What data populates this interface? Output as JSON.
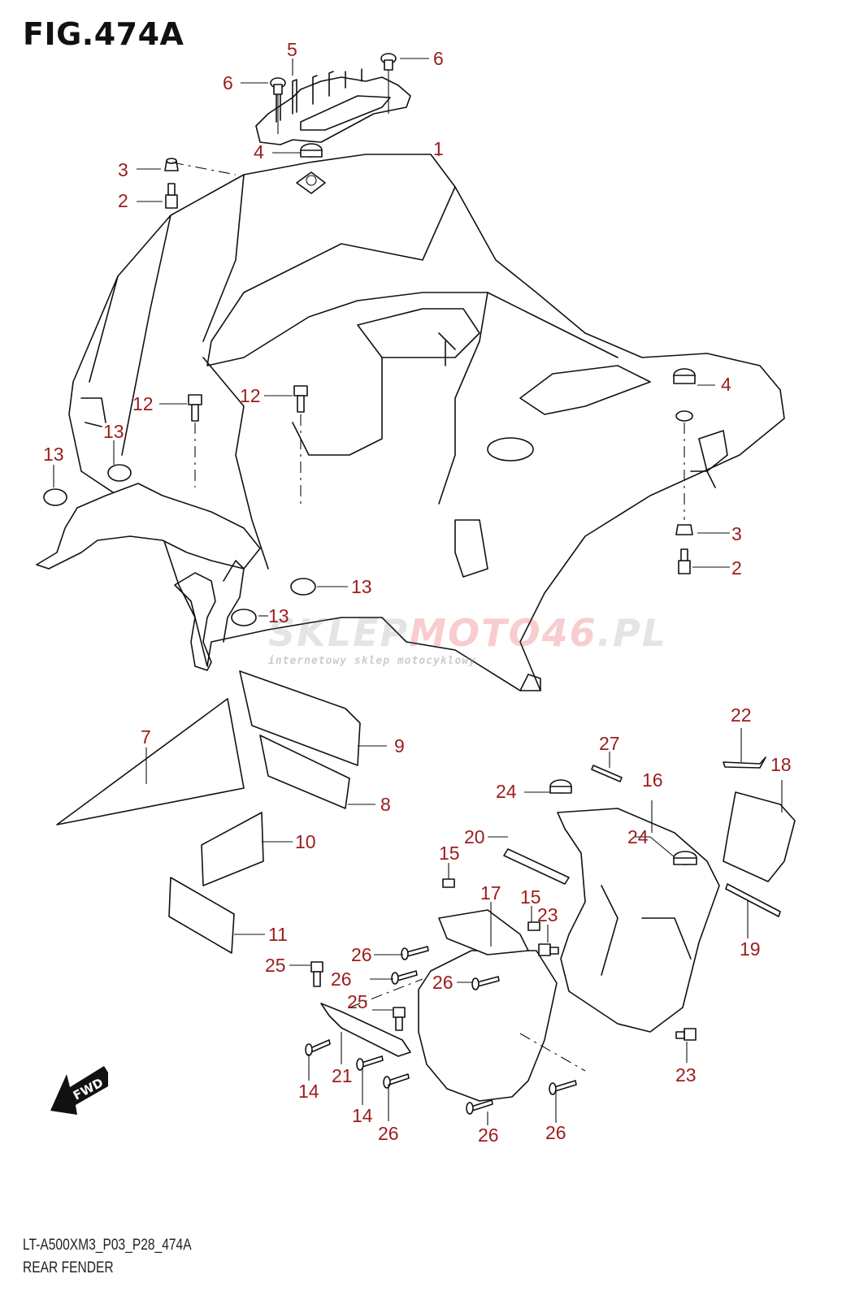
{
  "figure": {
    "title": "FIG.474A",
    "model_code": "LT-A500XM3_P03_P28_474A",
    "caption": "REAR FENDER",
    "direction_marker": "FWD",
    "label_color": "#9b1c1c"
  },
  "watermark": {
    "brand_gray": "SKLEP",
    "brand_red": "MOTO46",
    "brand_suffix": ".PL",
    "tagline": "internetowy sklep motocyklowy"
  },
  "callouts": [
    {
      "ref": "1"
    },
    {
      "ref": "2"
    },
    {
      "ref": "2"
    },
    {
      "ref": "3"
    },
    {
      "ref": "3"
    },
    {
      "ref": "4"
    },
    {
      "ref": "4"
    },
    {
      "ref": "5"
    },
    {
      "ref": "6"
    },
    {
      "ref": "6"
    },
    {
      "ref": "7"
    },
    {
      "ref": "8"
    },
    {
      "ref": "9"
    },
    {
      "ref": "10"
    },
    {
      "ref": "11"
    },
    {
      "ref": "12"
    },
    {
      "ref": "12"
    },
    {
      "ref": "13"
    },
    {
      "ref": "13"
    },
    {
      "ref": "13"
    },
    {
      "ref": "13"
    },
    {
      "ref": "14"
    },
    {
      "ref": "14"
    },
    {
      "ref": "15"
    },
    {
      "ref": "15"
    },
    {
      "ref": "16"
    },
    {
      "ref": "17"
    },
    {
      "ref": "18"
    },
    {
      "ref": "19"
    },
    {
      "ref": "20"
    },
    {
      "ref": "21"
    },
    {
      "ref": "22"
    },
    {
      "ref": "23"
    },
    {
      "ref": "23"
    },
    {
      "ref": "24"
    },
    {
      "ref": "24"
    },
    {
      "ref": "25"
    },
    {
      "ref": "25"
    },
    {
      "ref": "26"
    },
    {
      "ref": "26"
    },
    {
      "ref": "26"
    },
    {
      "ref": "26"
    },
    {
      "ref": "26"
    },
    {
      "ref": "26"
    },
    {
      "ref": "27"
    }
  ]
}
